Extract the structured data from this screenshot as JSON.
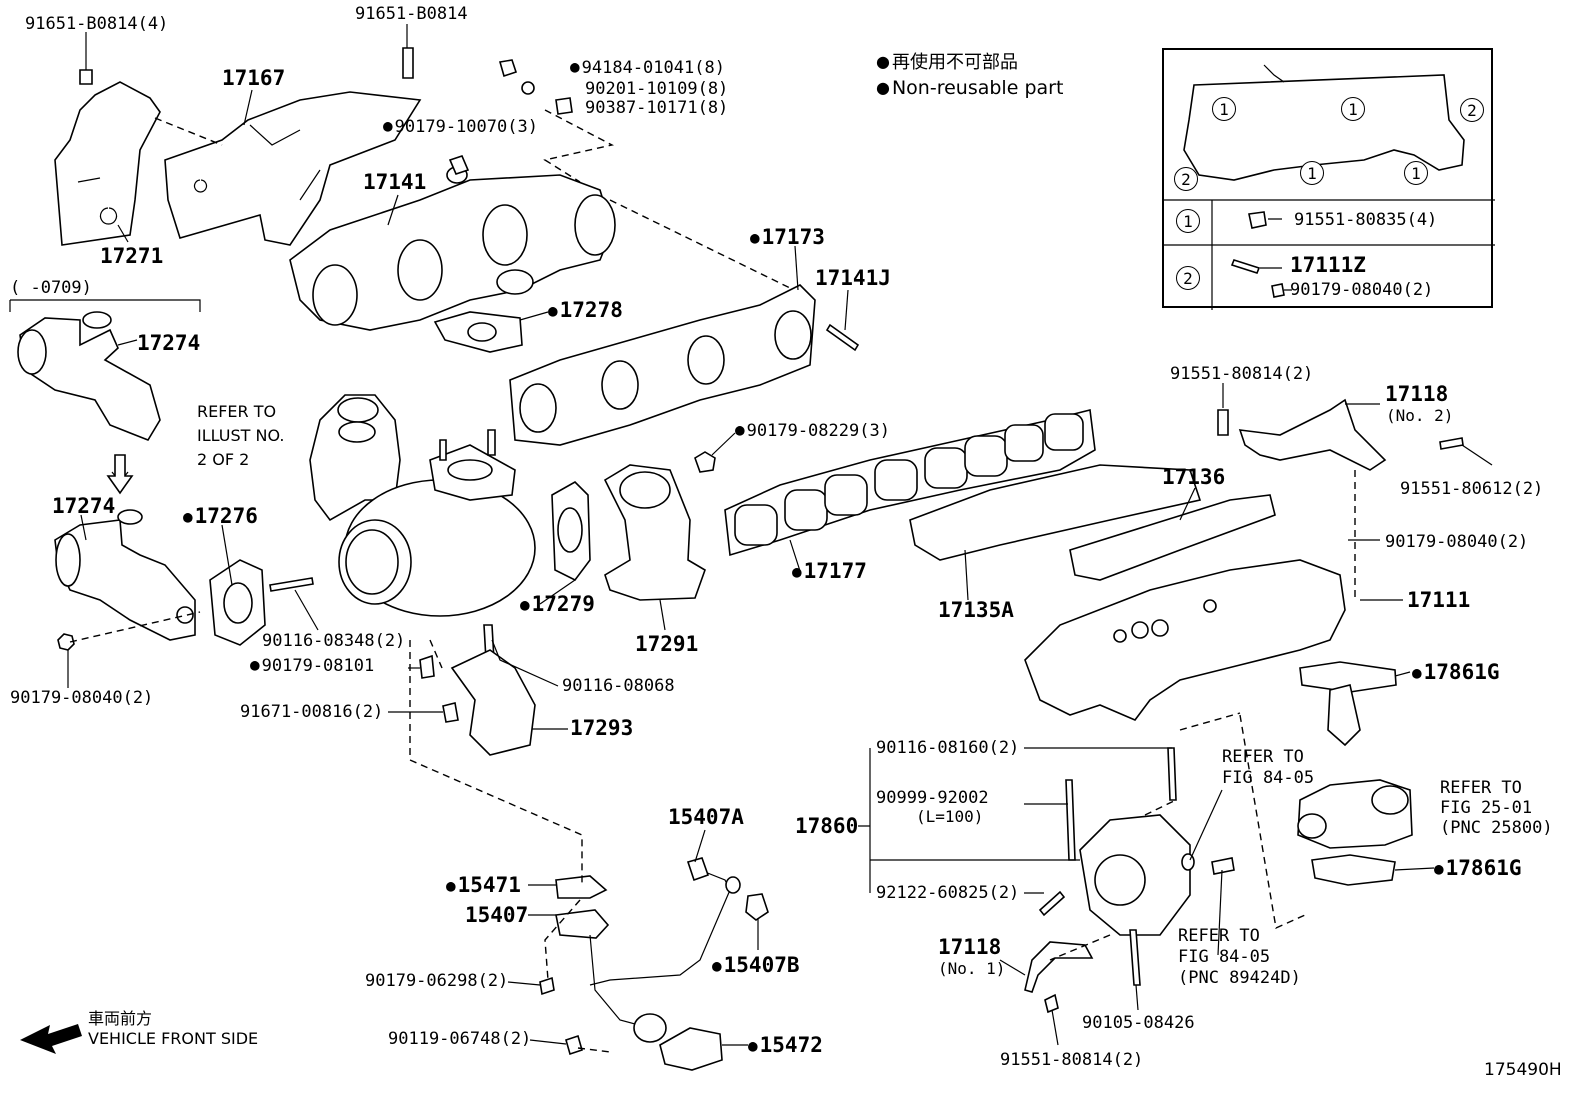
{
  "legend": {
    "line1": "再使用不可部品",
    "line2": "Non-reusable part"
  },
  "figure_id": "175490H",
  "direction": {
    "line1": "車両前方",
    "line2": "VEHICLE FRONT SIDE"
  },
  "date_range": "(     -0709)",
  "refer_illust": {
    "line1": "REFER TO",
    "line2": "ILLUST NO.",
    "line3": "2 OF 2"
  },
  "refer_84_05_a": {
    "line1": "REFER TO",
    "line2": "FIG 84-05"
  },
  "refer_84_05_b": {
    "line1": "REFER TO",
    "line2": "FIG 84-05",
    "line3": "(PNC 89424D)"
  },
  "refer_25_01": {
    "line1": "REFER TO",
    "line2": "FIG 25-01",
    "line3": "(PNC 25800)"
  },
  "inset": {
    "rows": [
      {
        "marker": "1",
        "part": "91551-80835(4)"
      },
      {
        "marker": "2",
        "part": "17111Z",
        "part2": "90179-08040(2)"
      }
    ],
    "markers": [
      "1",
      "1",
      "1",
      "1",
      "1",
      "2",
      "2"
    ]
  },
  "parts": {
    "p91651_b0814_4": "91651-B0814(4)",
    "p91651_b0814": "91651-B0814",
    "p17167": "17167",
    "p17271": "17271",
    "p94184": "94184-01041(8)",
    "p90201": "90201-10109(8)",
    "p90387": "90387-10171(8)",
    "p90179_10070": "90179-10070(3)",
    "p17141": "17141",
    "p17173": "17173",
    "p17141j": "17141J",
    "p17278": "17278",
    "p17274a": "17274",
    "p17274b": "17274",
    "p17276": "17276",
    "p90179_08040_l": "90179-08040(2)",
    "p90116_08348": "90116-08348(2)",
    "p90179_08101": "90179-08101",
    "p91671_00816": "91671-00816(2)",
    "p90116_08068": "90116-08068",
    "p17293": "17293",
    "p90179_08229": "90179-08229(3)",
    "p17279": "17279",
    "p17291": "17291",
    "p17177": "17177",
    "p17135a": "17135A",
    "p17136": "17136",
    "p91551_80814_top": "91551-80814(2)",
    "p17118_no2": "17118",
    "p17118_no2_sub": "(No. 2)",
    "p91551_80612": "91551-80612(2)",
    "p90179_08040_r": "90179-08040(2)",
    "p17111": "17111",
    "p17861g_a": "17861G",
    "p17861g_b": "17861G",
    "p90116_08160": "90116-08160(2)",
    "p90999_92002": "90999-92002",
    "p90999_sub": "(L=100)",
    "p17860": "17860",
    "p92122_60825": "92122-60825(2)",
    "p17118_no1": "17118",
    "p17118_no1_sub": "(No. 1)",
    "p90105_08426": "90105-08426",
    "p91551_80814_bot": "91551-80814(2)",
    "p15407a": "15407A",
    "p15471": "15471",
    "p15407": "15407",
    "p15407b": "15407B",
    "p90179_06298": "90179-06298(2)",
    "p90119_06748": "90119-06748(2)",
    "p15472": "15472"
  }
}
